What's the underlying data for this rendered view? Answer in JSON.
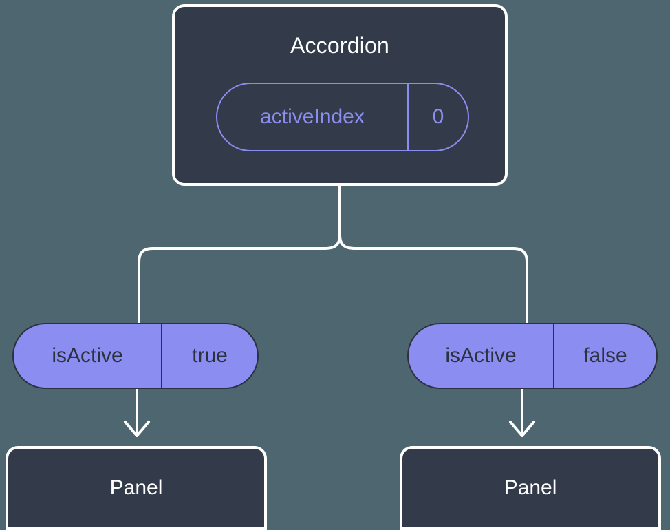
{
  "diagram": {
    "type": "component-state-tree",
    "background_color": "#4d6670"
  },
  "root": {
    "title": "Accordion",
    "box_color": "#333b4a",
    "border_color": "#ffffff",
    "state": {
      "key": "activeIndex",
      "value": "0",
      "accent_color": "#8b8ef0"
    }
  },
  "branches": [
    {
      "prop": {
        "key": "isActive",
        "value": "true",
        "fill_color": "#8b8ef0",
        "text_color": "#2c3140"
      },
      "child": {
        "title": "Panel",
        "box_color": "#333b4a",
        "border_color": "#ffffff"
      }
    },
    {
      "prop": {
        "key": "isActive",
        "value": "false",
        "fill_color": "#8b8ef0",
        "text_color": "#2c3140"
      },
      "child": {
        "title": "Panel",
        "box_color": "#333b4a",
        "border_color": "#ffffff"
      }
    }
  ],
  "connectors": {
    "stroke_color": "#ffffff",
    "stroke_width": 4,
    "arrowhead": "chevron-down"
  }
}
